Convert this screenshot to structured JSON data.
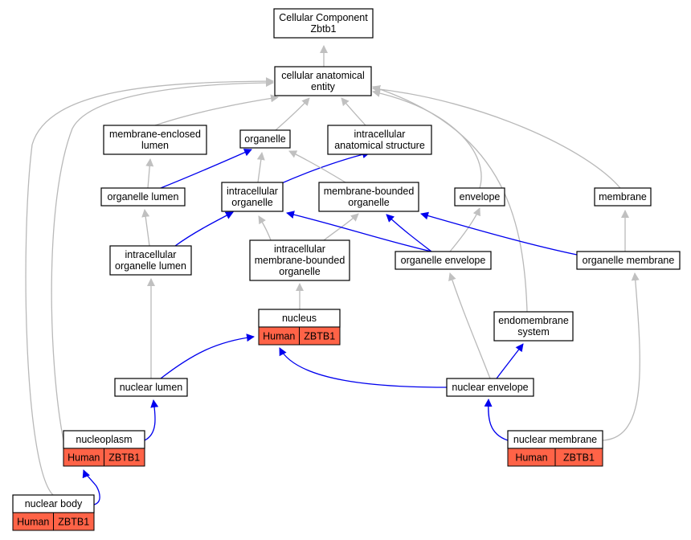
{
  "title": "Cellular Component Zbtb1",
  "colors": {
    "is_a": "#b9b9b9",
    "part_of": "#0000ee",
    "annotation_fill": "#ff6347",
    "node_border": "#000000"
  },
  "nodes": {
    "root": {
      "lines": [
        "Cellular Component",
        "Zbtb1"
      ]
    },
    "cae": {
      "lines": [
        "cellular anatomical",
        "entity"
      ]
    },
    "mel": {
      "lines": [
        "membrane-enclosed",
        "lumen"
      ]
    },
    "org": {
      "lines": [
        "organelle"
      ]
    },
    "ias": {
      "lines": [
        "intracellular",
        "anatomical structure"
      ]
    },
    "orgl": {
      "lines": [
        "organelle lumen"
      ]
    },
    "io": {
      "lines": [
        "intracellular",
        "organelle"
      ]
    },
    "mbo": {
      "lines": [
        "membrane-bounded",
        "organelle"
      ]
    },
    "env": {
      "lines": [
        "envelope"
      ]
    },
    "mem": {
      "lines": [
        "membrane"
      ]
    },
    "iol": {
      "lines": [
        "intracellular",
        "organelle lumen"
      ]
    },
    "imbo": {
      "lines": [
        "intracellular",
        "membrane-bounded",
        "organelle"
      ]
    },
    "oenv": {
      "lines": [
        "organelle envelope"
      ]
    },
    "omem": {
      "lines": [
        "organelle membrane"
      ]
    },
    "nuc": {
      "lines": [
        "nucleus"
      ],
      "annotation": [
        "Human",
        "ZBTB1"
      ]
    },
    "ems": {
      "lines": [
        "endomembrane",
        "system"
      ]
    },
    "nlum": {
      "lines": [
        "nuclear lumen"
      ]
    },
    "nenv": {
      "lines": [
        "nuclear envelope"
      ]
    },
    "npl": {
      "lines": [
        "nucleoplasm"
      ],
      "annotation": [
        "Human",
        "ZBTB1"
      ]
    },
    "nmem": {
      "lines": [
        "nuclear membrane"
      ],
      "annotation": [
        "Human",
        "ZBTB1"
      ]
    },
    "nbody": {
      "lines": [
        "nuclear body"
      ],
      "annotation": [
        "Human",
        "ZBTB1"
      ]
    }
  },
  "edges": [
    {
      "from": "cae",
      "to": "root",
      "type": "is_a"
    },
    {
      "from": "mel",
      "to": "cae",
      "type": "is_a"
    },
    {
      "from": "org",
      "to": "cae",
      "type": "is_a"
    },
    {
      "from": "ias",
      "to": "cae",
      "type": "is_a"
    },
    {
      "from": "env",
      "to": "cae",
      "type": "is_a"
    },
    {
      "from": "mem",
      "to": "cae",
      "type": "is_a"
    },
    {
      "from": "ems",
      "to": "cae",
      "type": "is_a"
    },
    {
      "from": "npl",
      "to": "cae",
      "type": "is_a"
    },
    {
      "from": "nbody",
      "to": "cae",
      "type": "is_a"
    },
    {
      "from": "orgl",
      "to": "mel",
      "type": "is_a"
    },
    {
      "from": "orgl",
      "to": "org",
      "type": "part_of"
    },
    {
      "from": "io",
      "to": "org",
      "type": "is_a"
    },
    {
      "from": "io",
      "to": "ias",
      "type": "part_of"
    },
    {
      "from": "mbo",
      "to": "org",
      "type": "is_a"
    },
    {
      "from": "iol",
      "to": "orgl",
      "type": "is_a"
    },
    {
      "from": "iol",
      "to": "io",
      "type": "part_of"
    },
    {
      "from": "imbo",
      "to": "io",
      "type": "is_a"
    },
    {
      "from": "imbo",
      "to": "mbo",
      "type": "is_a"
    },
    {
      "from": "oenv",
      "to": "io",
      "type": "part_of"
    },
    {
      "from": "oenv",
      "to": "mbo",
      "type": "part_of"
    },
    {
      "from": "oenv",
      "to": "env",
      "type": "is_a"
    },
    {
      "from": "omem",
      "to": "mbo",
      "type": "part_of"
    },
    {
      "from": "omem",
      "to": "mem",
      "type": "is_a"
    },
    {
      "from": "nuc",
      "to": "imbo",
      "type": "is_a"
    },
    {
      "from": "nlum",
      "to": "iol",
      "type": "is_a"
    },
    {
      "from": "nlum",
      "to": "nuc",
      "type": "part_of"
    },
    {
      "from": "nenv",
      "to": "nuc",
      "type": "part_of"
    },
    {
      "from": "nenv",
      "to": "ems",
      "type": "part_of"
    },
    {
      "from": "nenv",
      "to": "oenv",
      "type": "is_a"
    },
    {
      "from": "npl",
      "to": "nlum",
      "type": "part_of"
    },
    {
      "from": "nmem",
      "to": "nenv",
      "type": "part_of"
    },
    {
      "from": "nmem",
      "to": "omem",
      "type": "is_a"
    },
    {
      "from": "nbody",
      "to": "npl",
      "type": "part_of"
    }
  ]
}
